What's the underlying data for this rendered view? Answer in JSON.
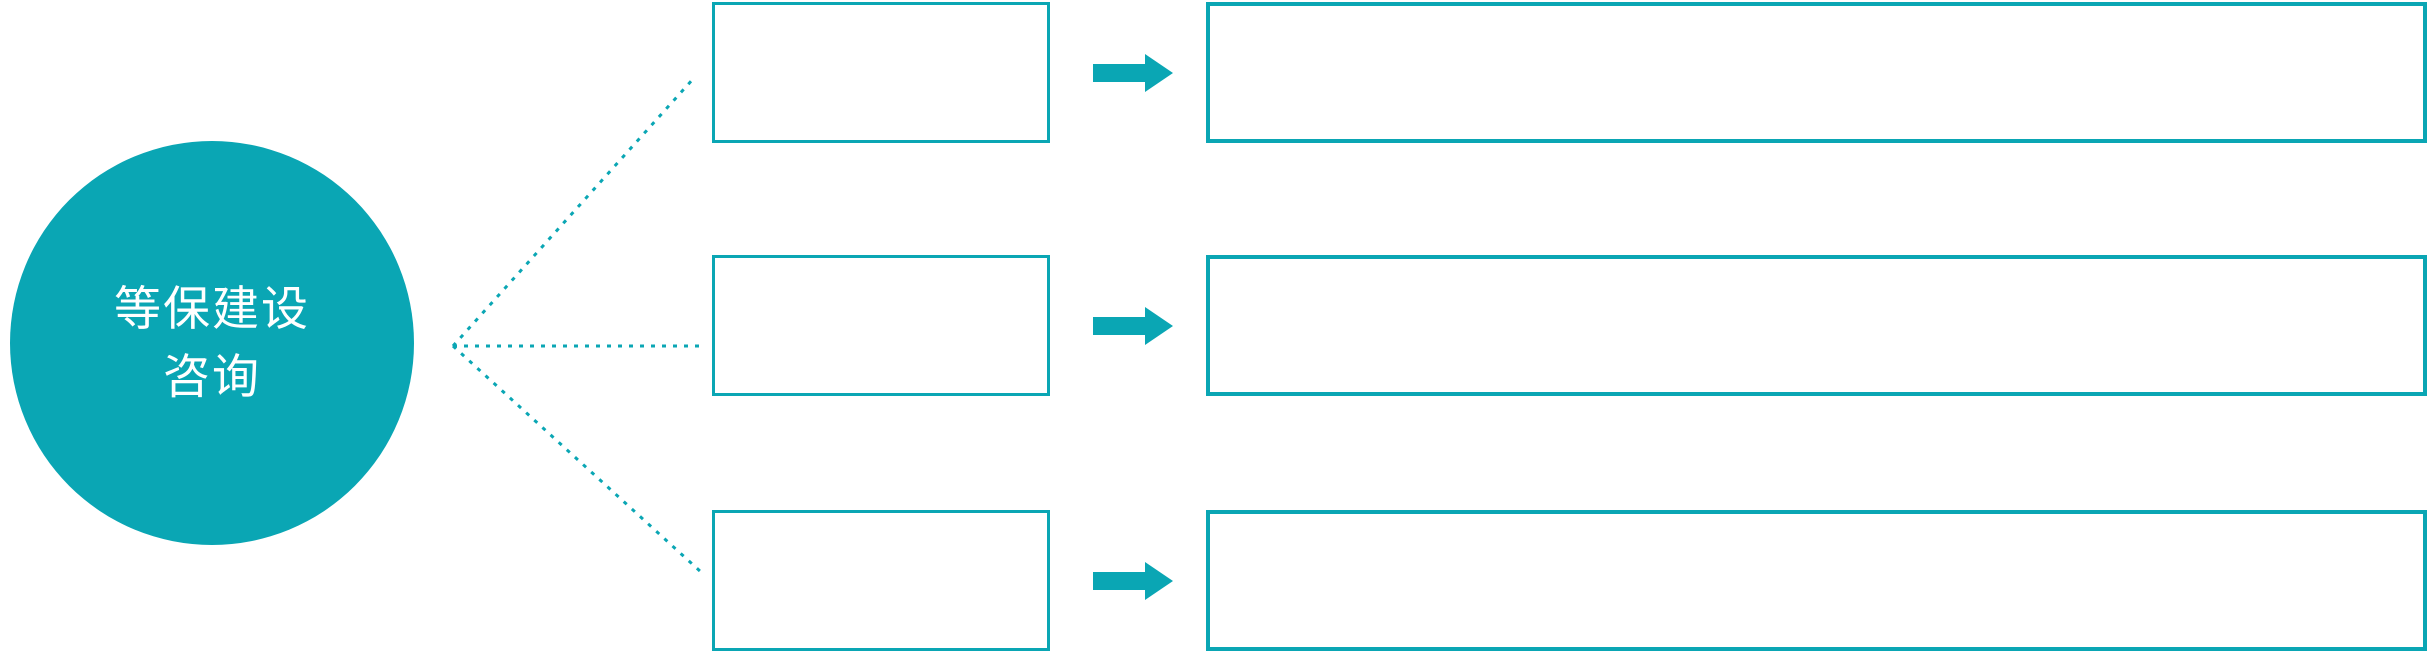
{
  "diagram": {
    "type": "hub-and-branches",
    "accent_color": "#0aa6b4",
    "background_color": "#ffffff",
    "hub": {
      "label_line1": "等保建设",
      "label_line2": "咨询",
      "text_color": "#ffffff"
    },
    "branches": [
      {
        "step_label": "",
        "detail_label": ""
      },
      {
        "step_label": "",
        "detail_label": ""
      },
      {
        "step_label": "",
        "detail_label": ""
      }
    ],
    "icons": {
      "arrow": "right-block-arrow-icon",
      "connector_style": "dotted"
    }
  }
}
